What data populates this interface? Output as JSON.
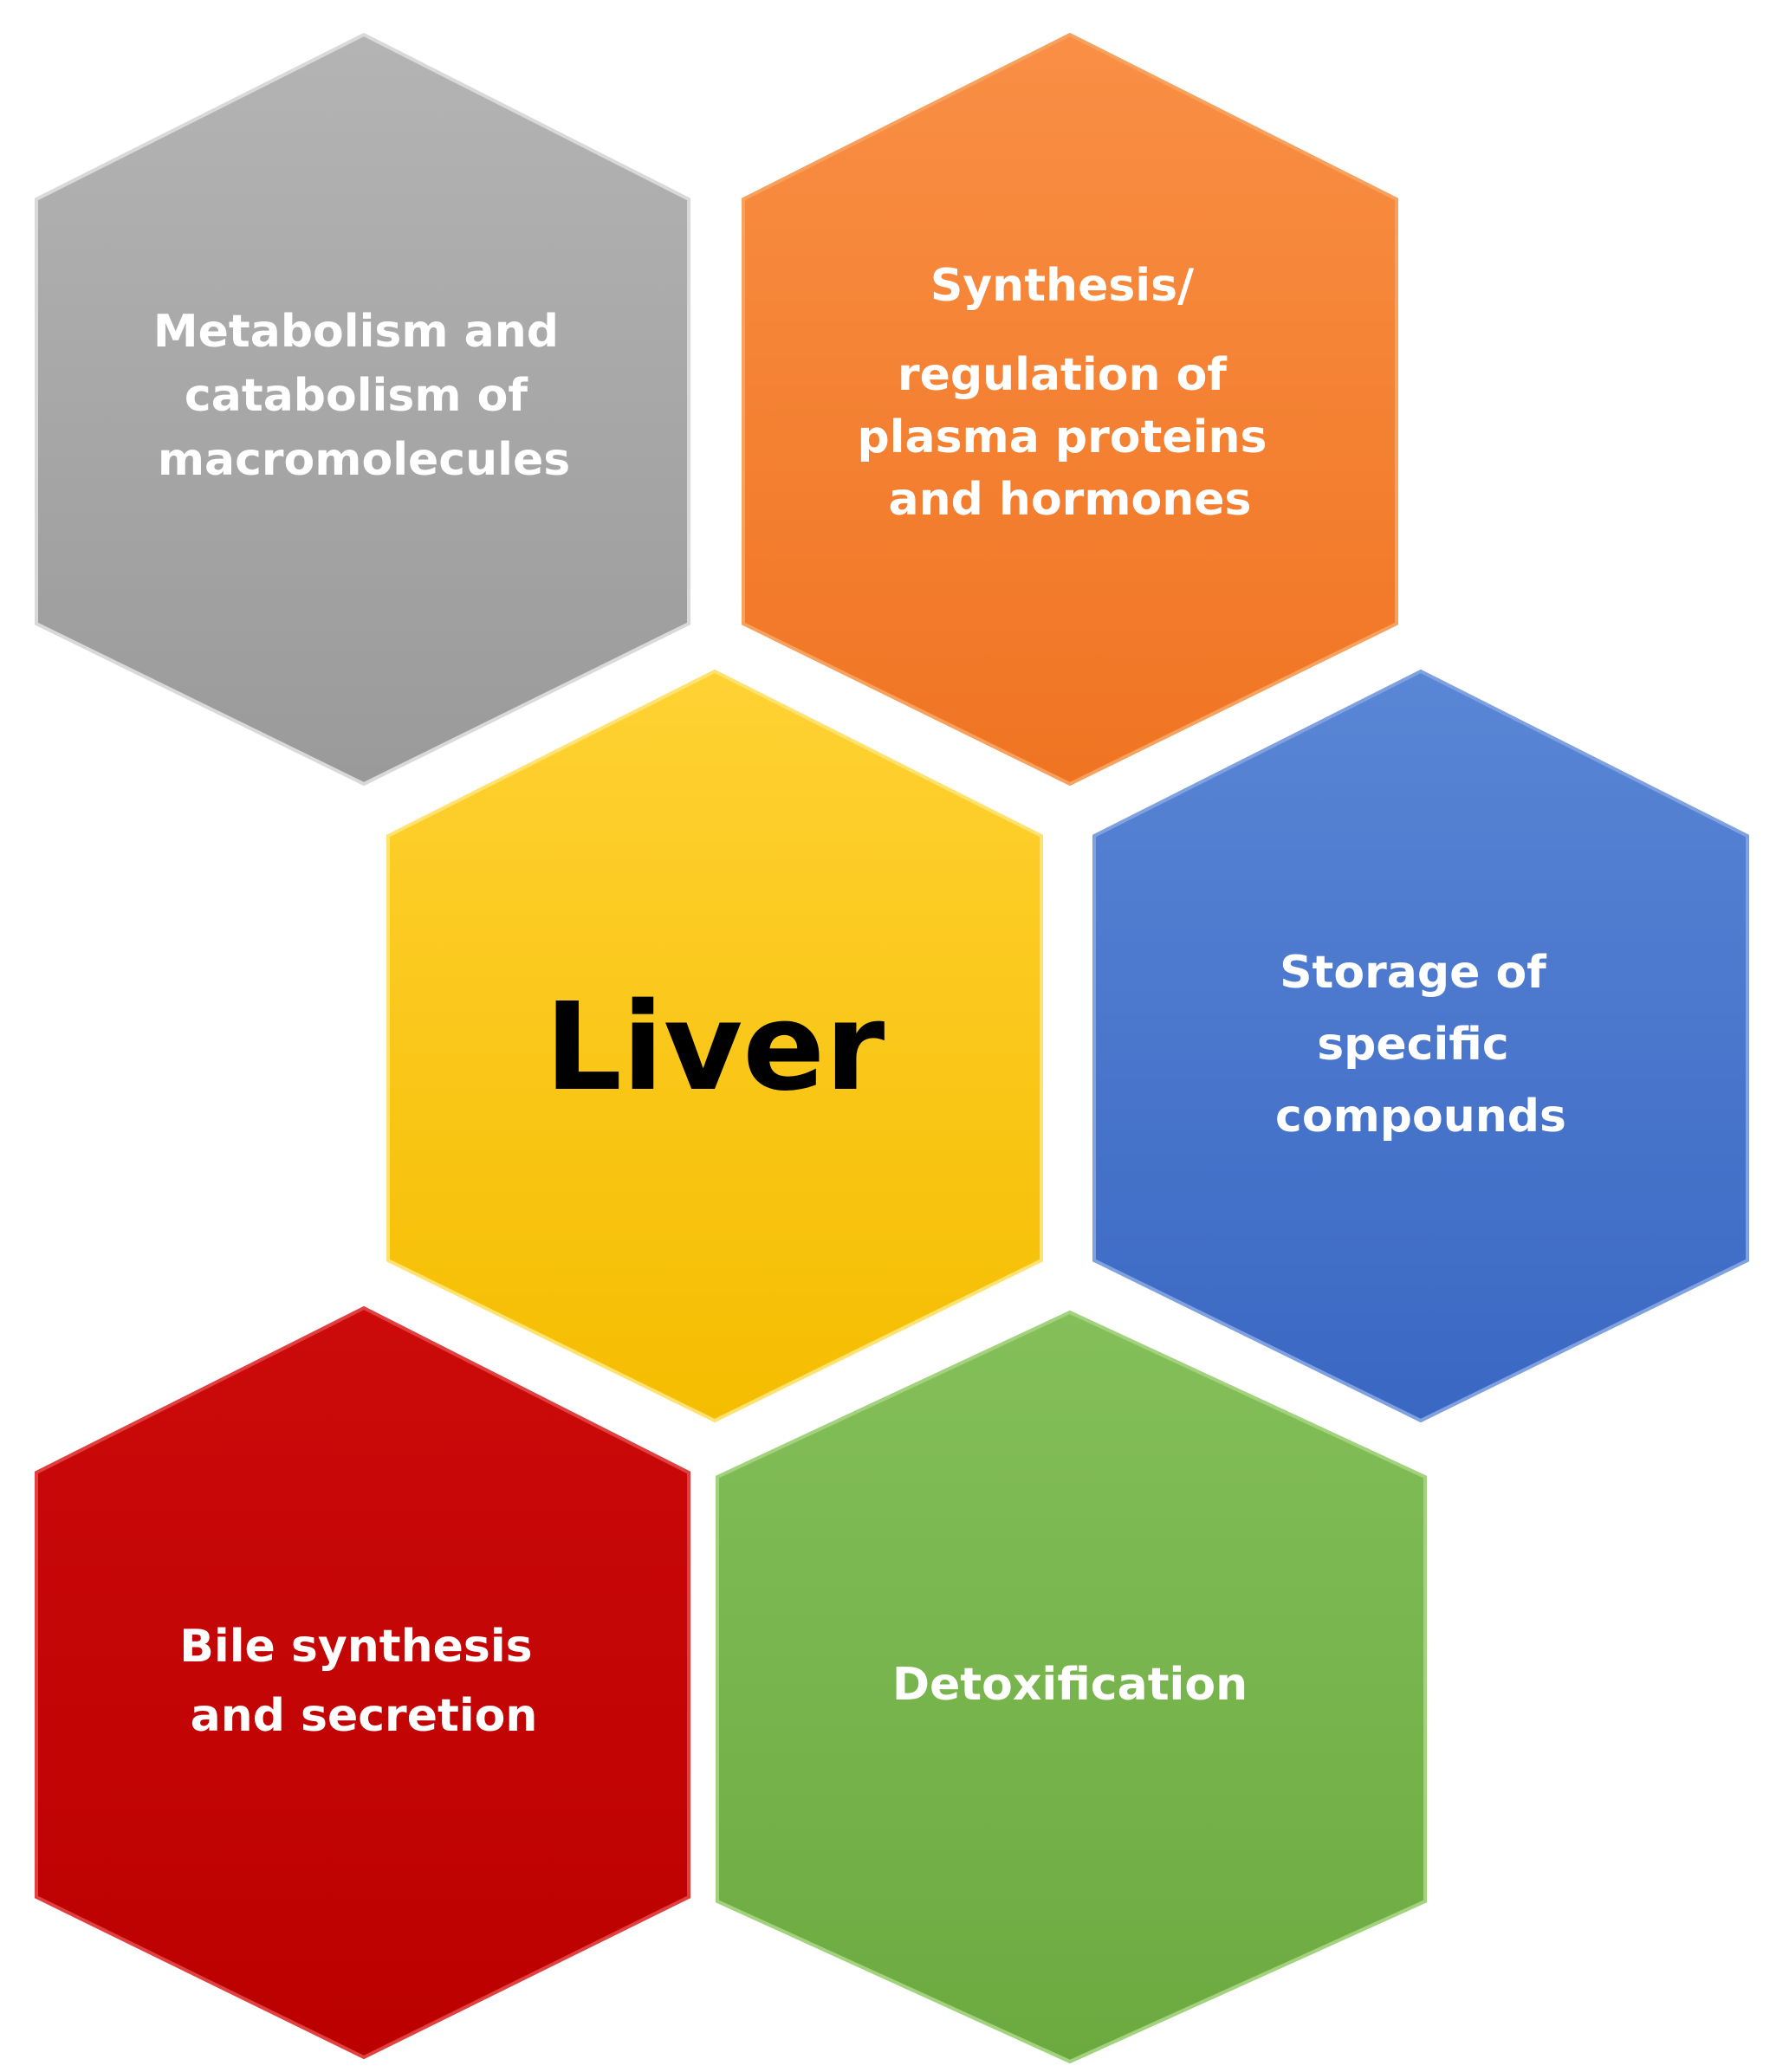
{
  "center": {
    "label": "Liver",
    "color": "#FFC000"
  },
  "functions": [
    {
      "id": "metabolism",
      "lines": [
        "Metabolism and",
        "catabolism of",
        "macromolecules"
      ],
      "color": "#A5A5A5"
    },
    {
      "id": "synthesis",
      "lines": [
        "Synthesis/",
        "regulation of",
        "plasma proteins",
        "and hormones"
      ],
      "color": "#F58231"
    },
    {
      "id": "storage",
      "lines": [
        "Storage of",
        "specific",
        "compounds"
      ],
      "color": "#4472C4"
    },
    {
      "id": "bile",
      "lines": [
        "Bile synthesis",
        "and secretion"
      ],
      "color": "#C00000"
    },
    {
      "id": "detox",
      "lines": [
        "Detoxification"
      ],
      "color": "#70AD47"
    }
  ]
}
